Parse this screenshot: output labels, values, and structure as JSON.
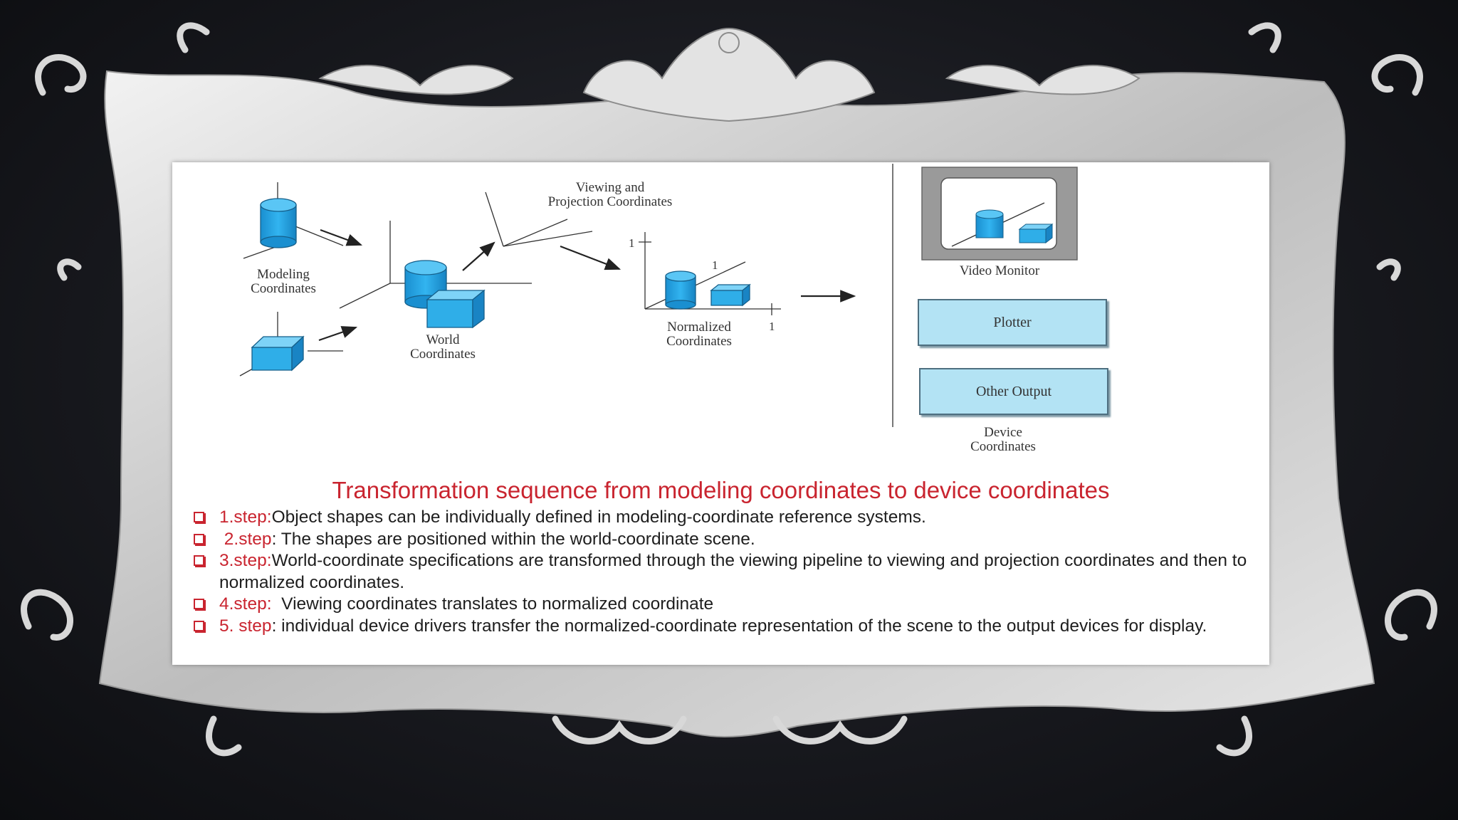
{
  "diagram": {
    "modeling_label": [
      "Modeling",
      "Coordinates"
    ],
    "world_label": [
      "World",
      "Coordinates"
    ],
    "viewing_label": [
      "Viewing and",
      "Projection Coordinates"
    ],
    "normalized_label": [
      "Normalized",
      "Coordinates"
    ],
    "axis_tick_y": "1",
    "axis_tick_x": "1",
    "axis_tick_z": "1",
    "video_monitor": "Video Monitor",
    "plotter": "Plotter",
    "other_output": "Other Output",
    "device_label": [
      "Device",
      "Coordinates"
    ]
  },
  "title": "Transformation sequence from modeling coordinates to device coordinates",
  "steps": [
    {
      "step": "1.step:",
      "text": "Object shapes can be individually defined in modeling-coordinate reference systems."
    },
    {
      "step": " 2.step",
      "text": ": The shapes are positioned within the world-coordinate scene."
    },
    {
      "step": "3.step:",
      "text": "World-coordinate specifications are transformed through the viewing pipeline to viewing and projection coordinates and then to normalized coordinates."
    },
    {
      "step": "4.step:",
      "text": "  Viewing coordinates translates to normalized coordinate"
    },
    {
      "step": "5. step",
      "text": ": individual device drivers transfer the normalized-coordinate representation of the scene to the output devices for display."
    }
  ],
  "colors": {
    "accent_red": "#c9242f",
    "shape_blue": "#1e9fe0",
    "box_fill": "#b3e3f4"
  }
}
